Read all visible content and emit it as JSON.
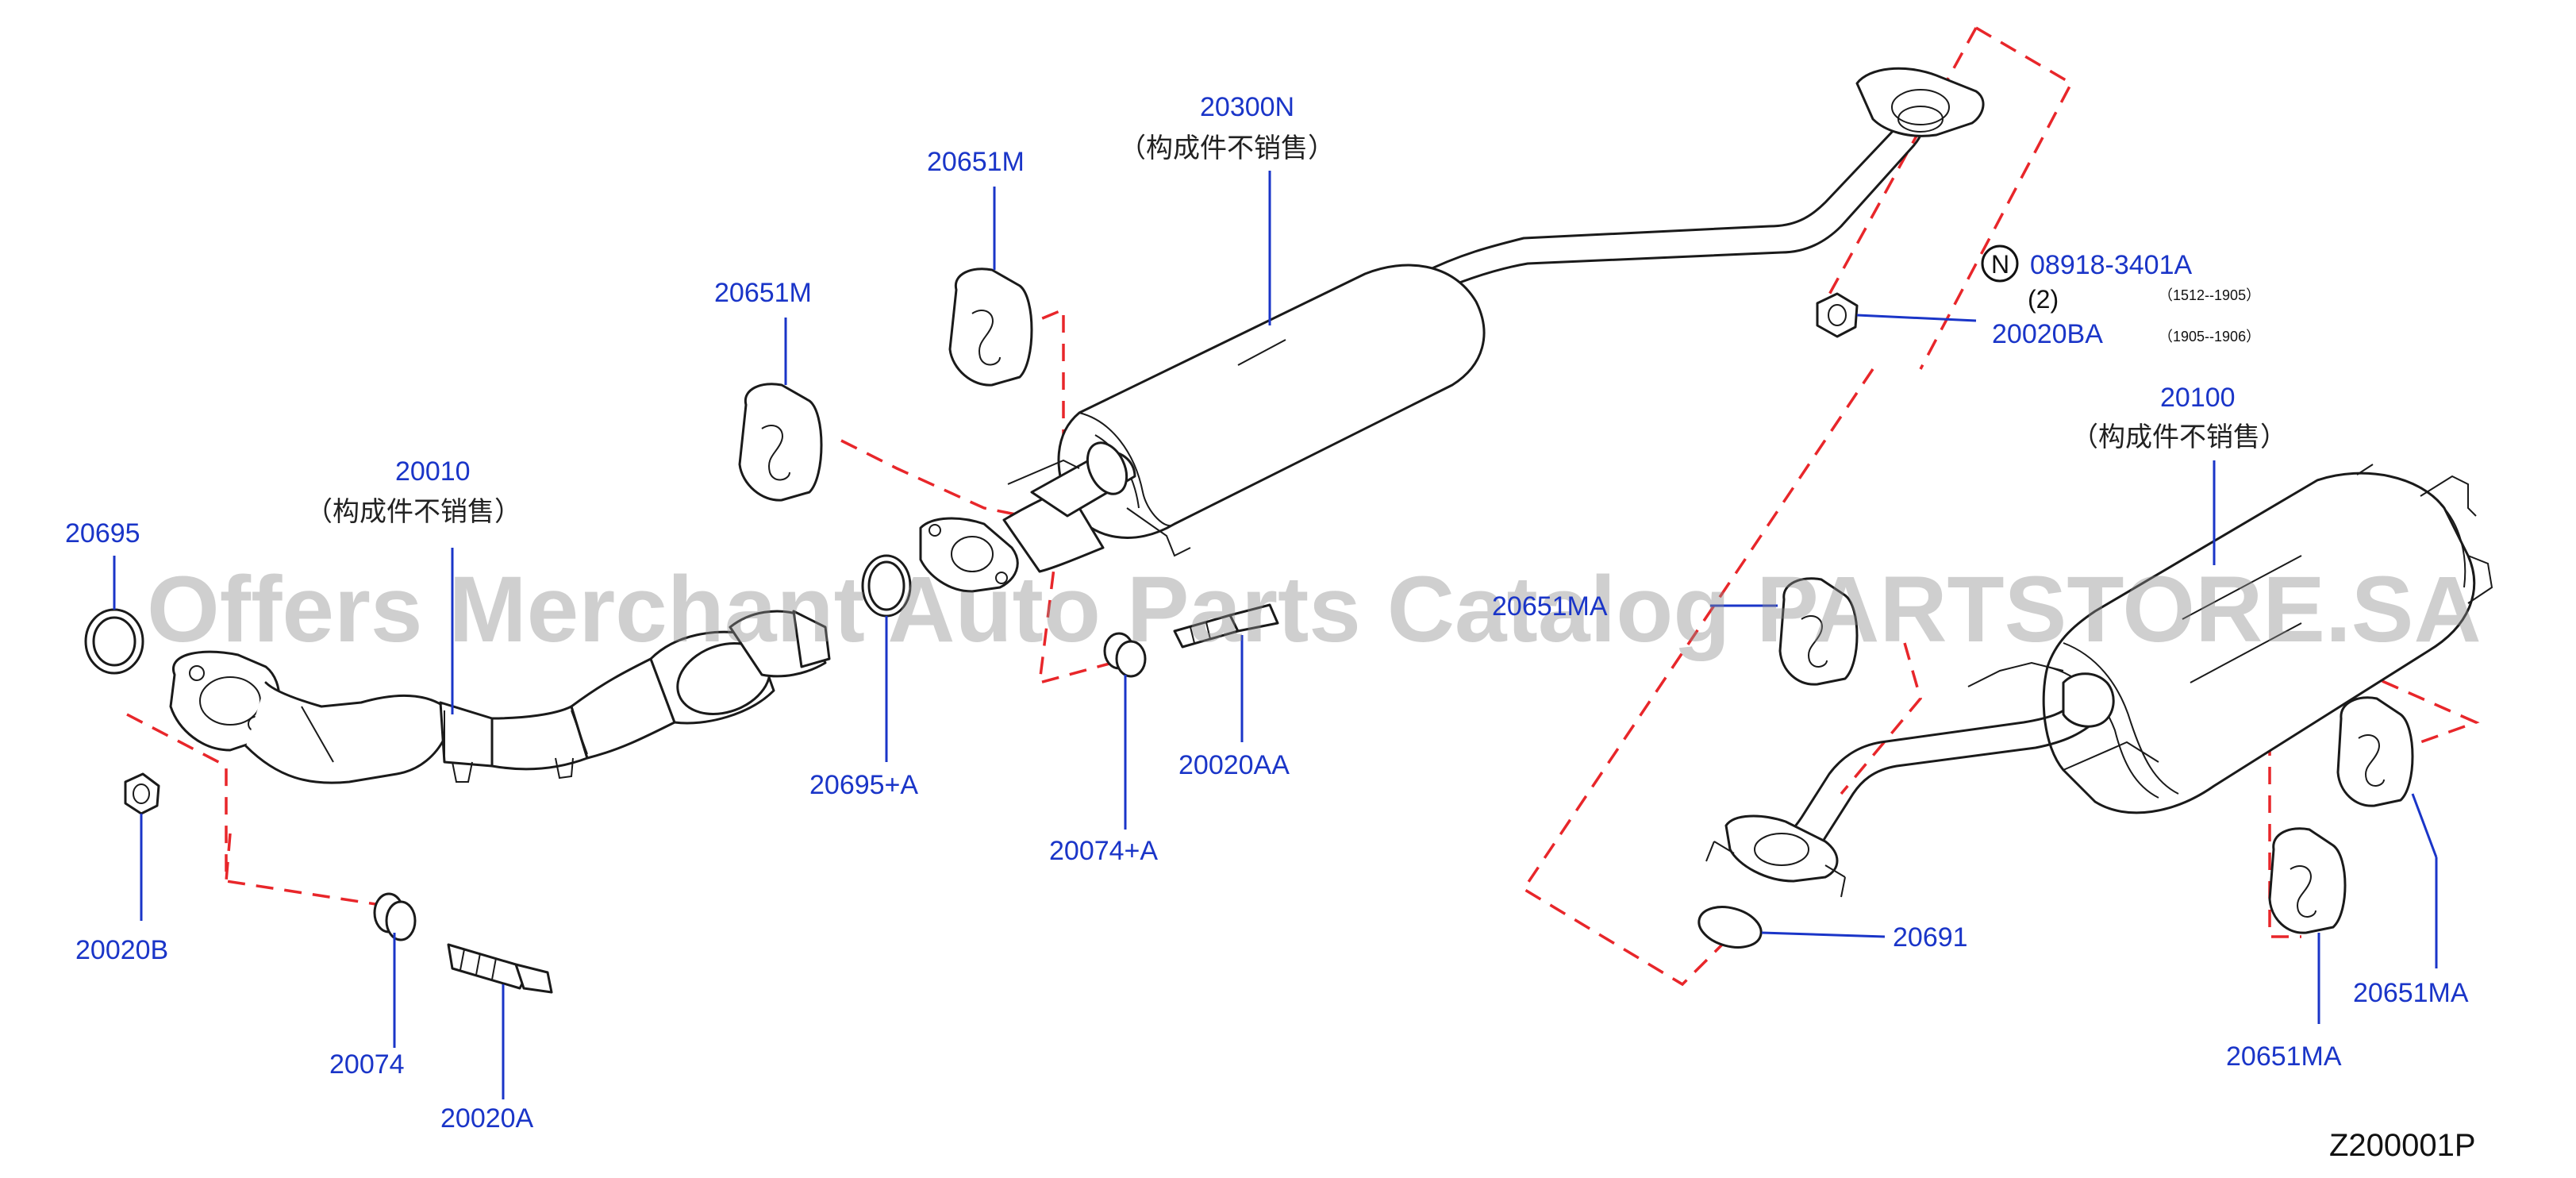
{
  "diagram": {
    "parts": {
      "p20010": "20010",
      "p20010_note": "（构成件不销售）",
      "p20695": "20695",
      "p20020B": "20020B",
      "p20074": "20074",
      "p20020A": "20020A",
      "p20651M_left": "20651M",
      "p20651M_top": "20651M",
      "p20300N": "20300N",
      "p20300N_note": "（构成件不销售）",
      "p20695A": "20695+A",
      "p20074A": "20074+A",
      "p20020AA": "20020AA",
      "p08918_symbol": "N",
      "p08918": "08918-3401A",
      "p08918_qty": "(2)",
      "p08918_range": "（1512--1905）",
      "p20020BA": "20020BA",
      "p20020BA_range": "（1905--1906）",
      "p20100": "20100",
      "p20100_note": "（构成件不销售）",
      "p20651MA_mid": "20651MA",
      "p20691": "20691",
      "p20651MA_right": "20651MA",
      "p20651MA_low": "20651MA"
    },
    "watermark": "Offers Merchant Auto Parts Catalog PARTSTORE.SA",
    "diagram_code": "Z200001P"
  },
  "colors": {
    "label": "#1a35c8",
    "dashed_guide": "#e8262a",
    "line_art": "#1a1a1a"
  }
}
